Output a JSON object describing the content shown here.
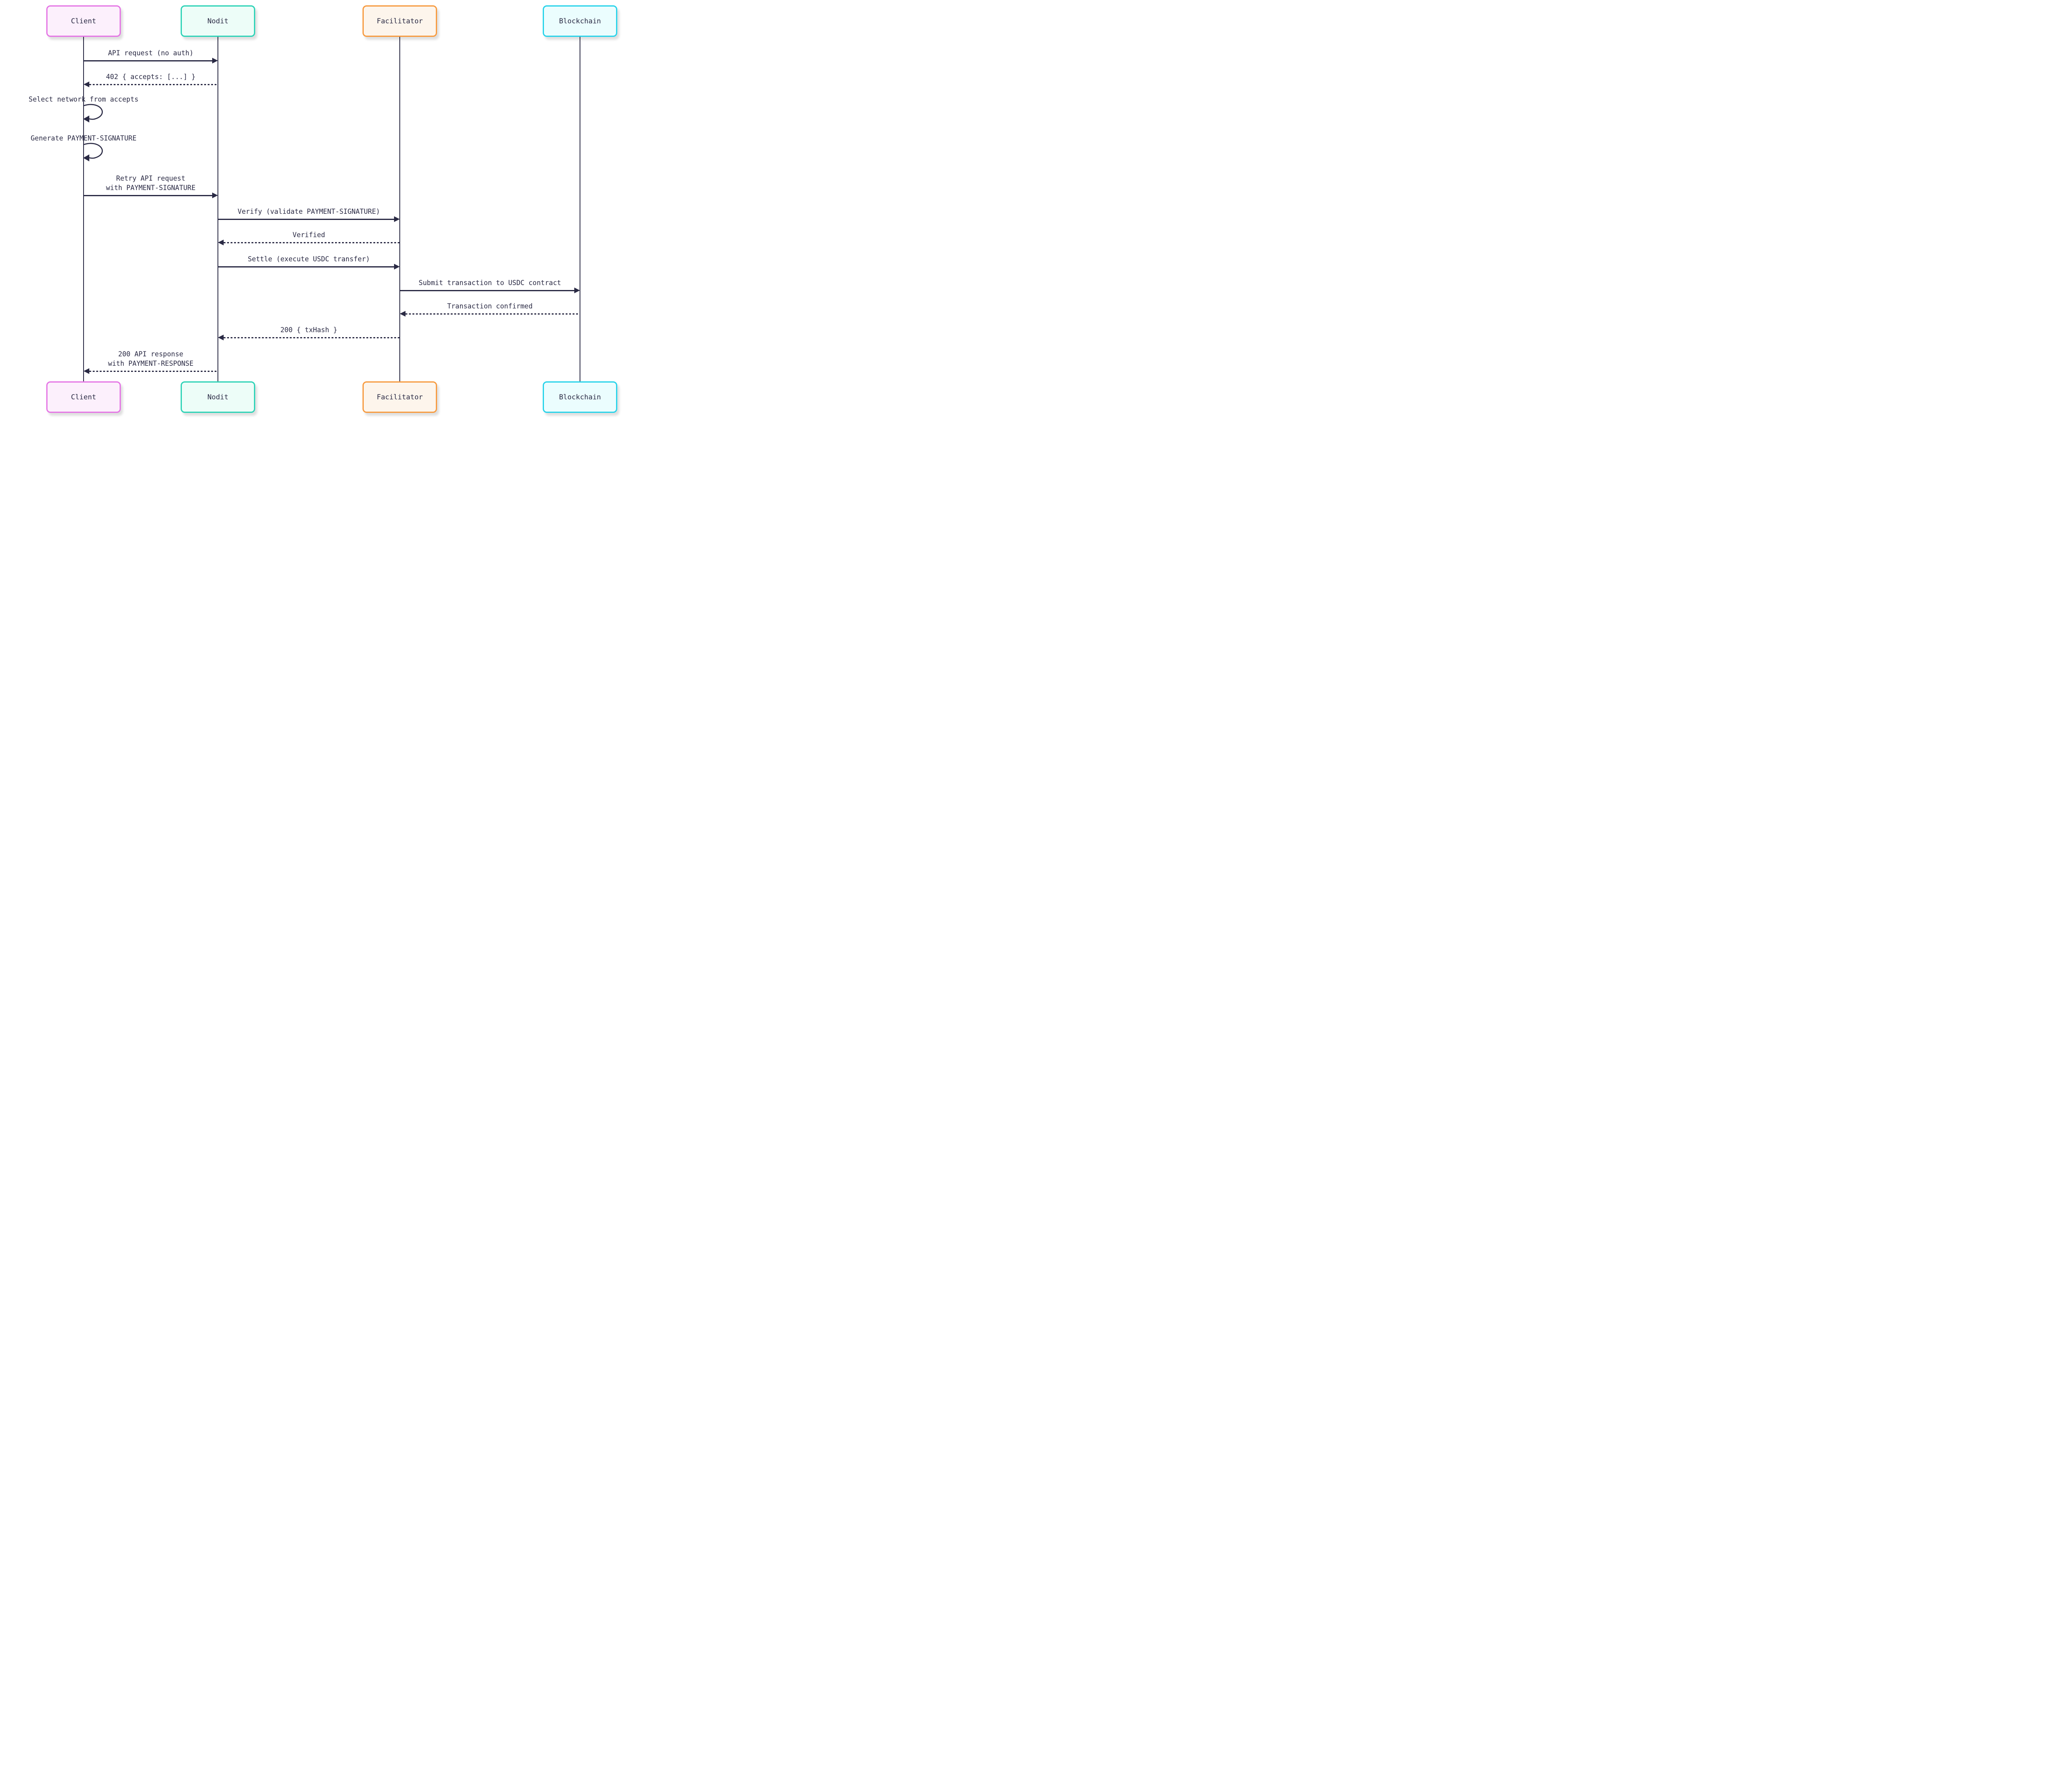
{
  "diagram": {
    "type": "sequence-diagram",
    "background": "#ffffff",
    "text_color": "#2a2a44",
    "line_color": "#2a2a44",
    "actors": [
      {
        "id": "client",
        "label": "Client",
        "border_color": "#e576e5",
        "fill_color": "#fcf0fc"
      },
      {
        "id": "nodit",
        "label": "Nodit",
        "border_color": "#2ed3b7",
        "fill_color": "#edfdf8"
      },
      {
        "id": "facilitator",
        "label": "Facilitator",
        "border_color": "#f79b40",
        "fill_color": "#fdf5ec"
      },
      {
        "id": "blockchain",
        "label": "Blockchain",
        "border_color": "#28d3ea",
        "fill_color": "#ebfdfe"
      }
    ],
    "messages": [
      {
        "from": "Client",
        "to": "Nodit",
        "line": "solid",
        "label": "API request (no auth)"
      },
      {
        "from": "Nodit",
        "to": "Client",
        "line": "dotted",
        "label": "402 { accepts: [...] }"
      },
      {
        "actor": "Client",
        "line": "self",
        "label": "Select network from accepts"
      },
      {
        "actor": "Client",
        "line": "self",
        "label": "Generate PAYMENT-SIGNATURE"
      },
      {
        "from": "Client",
        "to": "Nodit",
        "line": "solid",
        "label": "Retry API request\nwith PAYMENT-SIGNATURE"
      },
      {
        "from": "Nodit",
        "to": "Facilitator",
        "line": "solid",
        "label": "Verify (validate PAYMENT-SIGNATURE)"
      },
      {
        "from": "Facilitator",
        "to": "Nodit",
        "line": "dotted",
        "label": "Verified"
      },
      {
        "from": "Nodit",
        "to": "Facilitator",
        "line": "solid",
        "label": "Settle (execute USDC transfer)"
      },
      {
        "from": "Facilitator",
        "to": "Blockchain",
        "line": "solid",
        "label": "Submit transaction to USDC contract"
      },
      {
        "from": "Blockchain",
        "to": "Facilitator",
        "line": "dotted",
        "label": "Transaction confirmed"
      },
      {
        "from": "Facilitator",
        "to": "Nodit",
        "line": "dotted",
        "label": "200 { txHash }"
      },
      {
        "from": "Nodit",
        "to": "Client",
        "line": "dotted",
        "label": "200 API response\nwith PAYMENT-RESPONSE"
      }
    ]
  }
}
